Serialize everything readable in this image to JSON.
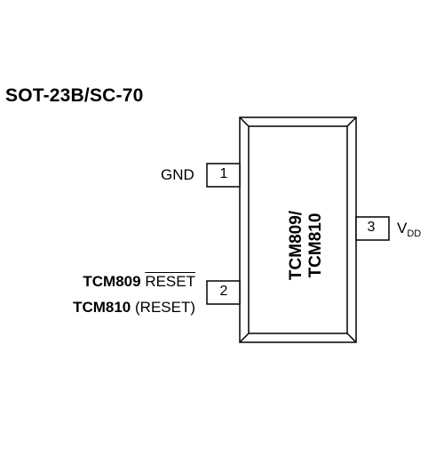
{
  "package_title": "SOT-23B/SC-70",
  "part_name_lines": [
    "TCM809/",
    "TCM810"
  ],
  "pins": [
    {
      "number": "1",
      "label": "GND"
    },
    {
      "number": "2",
      "label_lines": [
        {
          "part": "TCM809",
          "signal": "RESET",
          "overline": true
        },
        {
          "part": "TCM810",
          "signal": "(RESET)"
        }
      ]
    },
    {
      "number": "3",
      "label": "V",
      "label_sub": "DD"
    }
  ]
}
